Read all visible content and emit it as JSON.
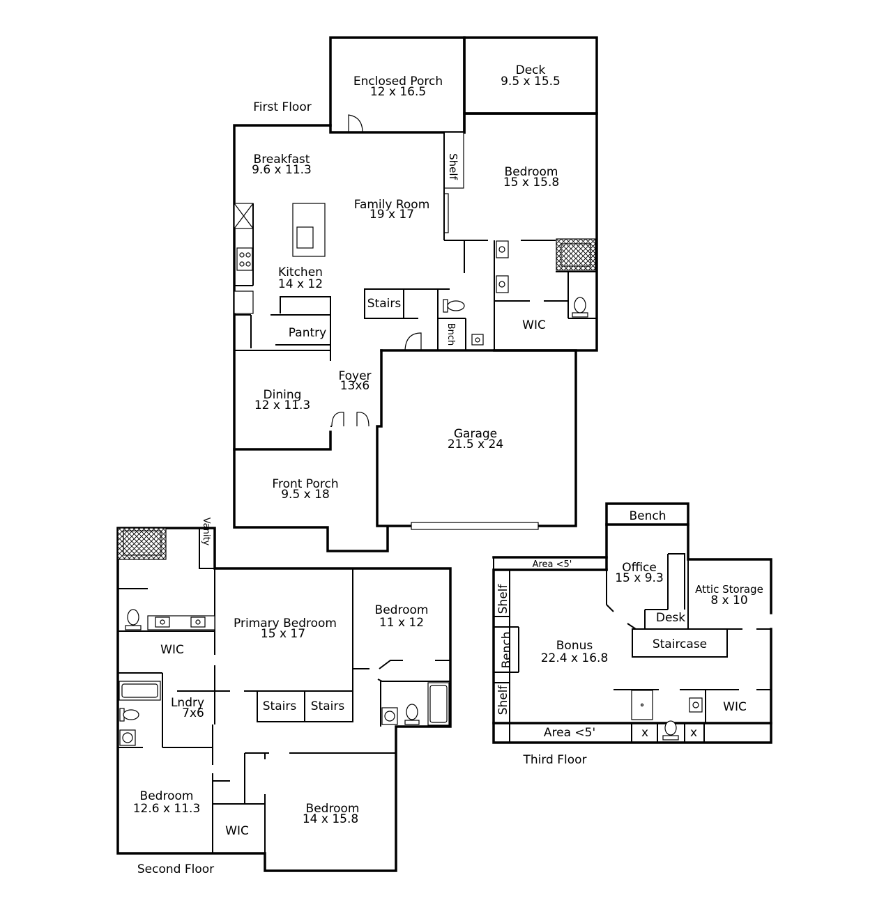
{
  "floors": {
    "first": "First Floor",
    "second": "Second Floor",
    "third": "Third Floor"
  },
  "first": {
    "enclosed_porch": {
      "name": "Enclosed Porch",
      "dims": "12 x 16.5"
    },
    "deck": {
      "name": "Deck",
      "dims": "9.5 x 15.5"
    },
    "breakfast": {
      "name": "Breakfast",
      "dims": "9.6 x 11.3"
    },
    "family_room": {
      "name": "Family Room",
      "dims": "19 x 17"
    },
    "bedroom": {
      "name": "Bedroom",
      "dims": "15 x 15.8"
    },
    "kitchen": {
      "name": "Kitchen",
      "dims": "14 x 12"
    },
    "stairs": "Stairs",
    "pantry": "Pantry",
    "wic": "WIC",
    "bench": "Bnch",
    "shelf": "Shelf",
    "foyer": {
      "name": "Foyer",
      "dims": "13x6"
    },
    "dining": {
      "name": "Dining",
      "dims": "12 x 11.3"
    },
    "garage": {
      "name": "Garage",
      "dims": "21.5 x 24"
    },
    "front_porch": {
      "name": "Front Porch",
      "dims": "9.5 x 18"
    }
  },
  "second": {
    "vanity": "Vanity",
    "wic_primary": "WIC",
    "primary_bedroom": {
      "name": "Primary Bedroom",
      "dims": "15 x 17"
    },
    "bedroom_a": {
      "name": "Bedroom",
      "dims": "11 x 12"
    },
    "laundry": {
      "name": "Lndry",
      "dims": "7x6"
    },
    "stairs_1": "Stairs",
    "stairs_2": "Stairs",
    "bedroom_b": {
      "name": "Bedroom",
      "dims": "12.6 x 11.3"
    },
    "wic_b": "WIC",
    "bedroom_c": {
      "name": "Bedroom",
      "dims": "14 x 15.8"
    }
  },
  "third": {
    "bench_top": "Bench",
    "area_top": "Area <5'",
    "office": {
      "name": "Office",
      "dims": "15 x 9.3"
    },
    "attic": {
      "name": "Attic Storage",
      "dims": "8 x 10"
    },
    "shelf_1": "Shelf",
    "desk": "Desk",
    "bench_side": "Bench",
    "staircase": "Staircase",
    "bonus": {
      "name": "Bonus",
      "dims": "22.4 x 16.8"
    },
    "shelf_2": "Shelf",
    "wic": "WIC",
    "area_bottom": "Area <5'",
    "x1": "x",
    "x2": "x"
  }
}
